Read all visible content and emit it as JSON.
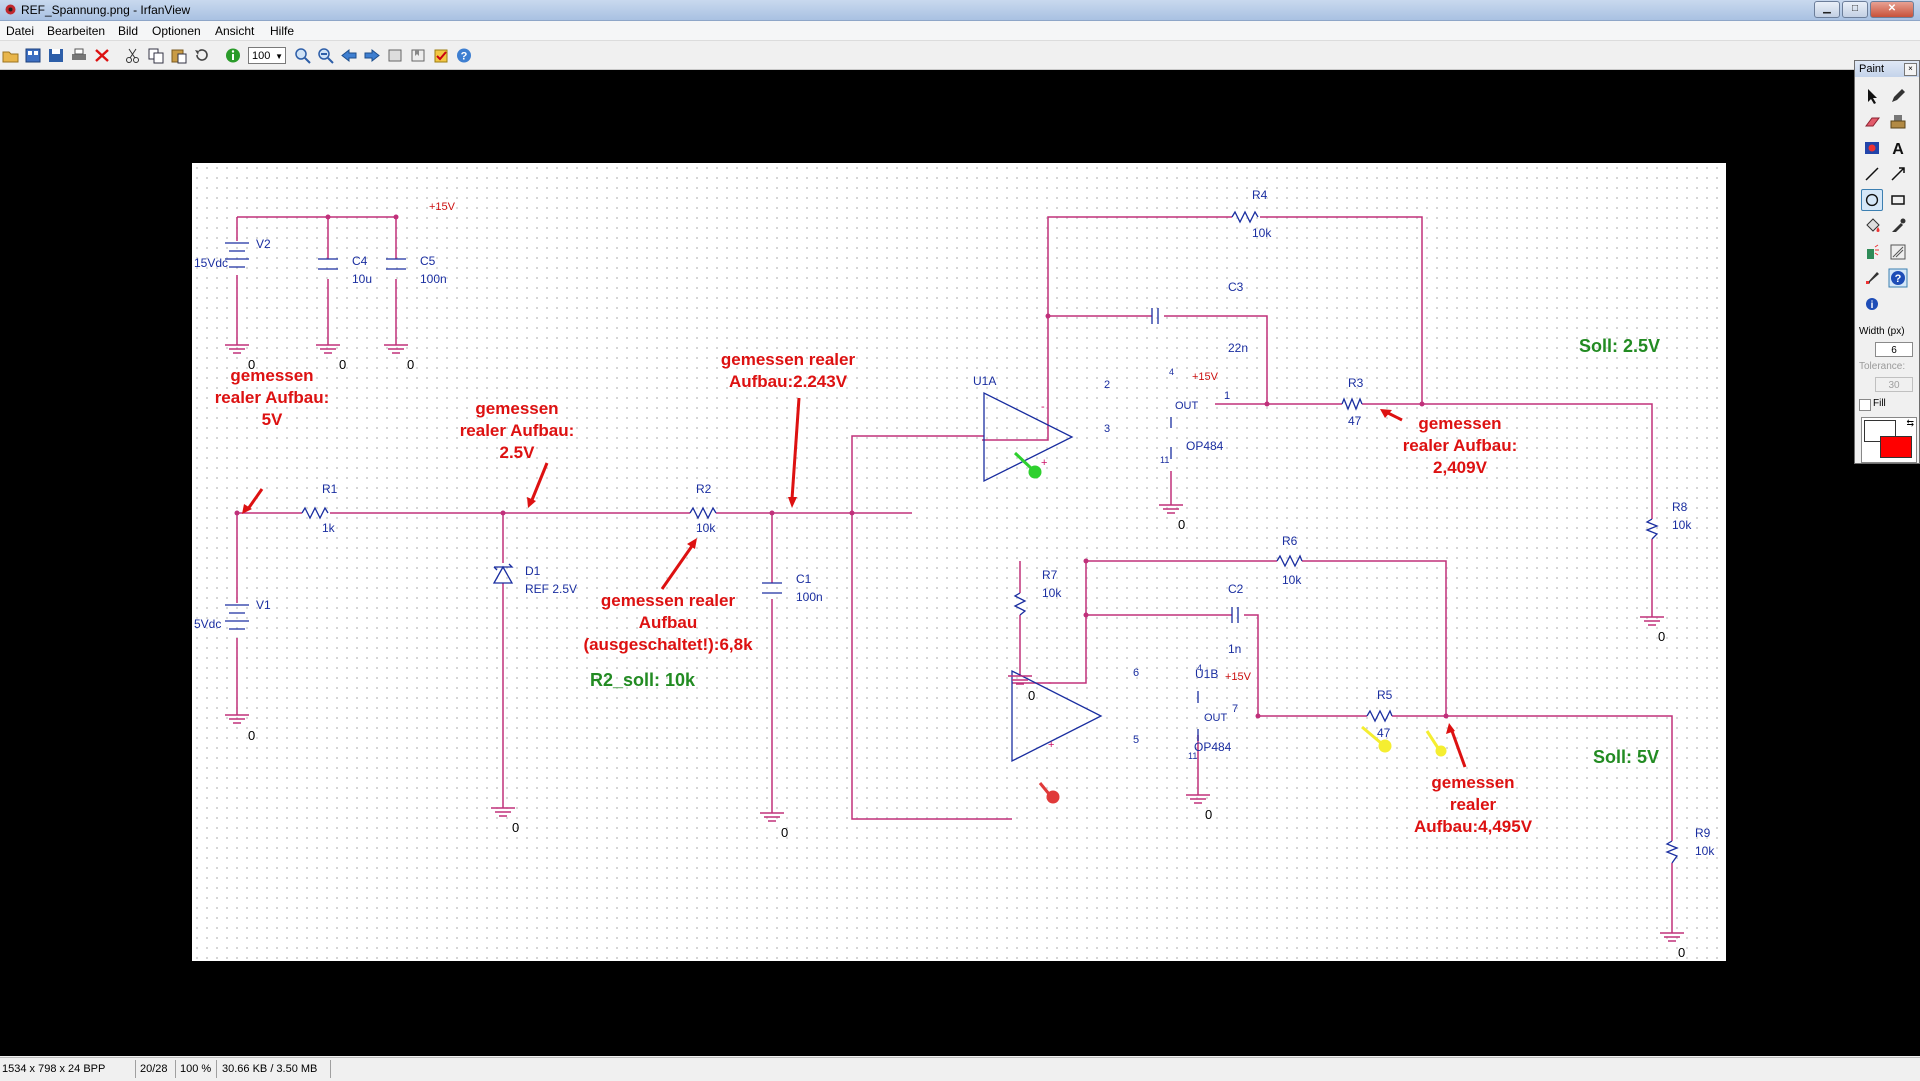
{
  "window": {
    "title": "REF_Spannung.png - IrfanView",
    "buttons": {
      "minimize": "▁",
      "maximize": "□",
      "close": "✕"
    }
  },
  "menu": [
    "Datei",
    "Bearbeiten",
    "Bild",
    "Optionen",
    "Ansicht",
    "Hilfe"
  ],
  "toolbar": {
    "zoom_value": "100",
    "icons": [
      "open-icon",
      "thumbnails-icon",
      "save-icon",
      "print-icon",
      "delete-icon",
      "cut-icon",
      "copy-icon",
      "paste-icon",
      "undo-icon",
      "info-icon",
      "zoom-in-icon",
      "zoom-out-icon",
      "previous-icon",
      "next-icon",
      "slideshow-icon",
      "bookmark-icon",
      "settings-icon",
      "help-icon"
    ]
  },
  "status": {
    "dimensions": "1534 x 798 x 24 BPP",
    "index": "20/28",
    "zoom": "100 %",
    "size": "30.66 KB / 3.50 MB"
  },
  "paint": {
    "title": "Paint",
    "close": "×",
    "tools": [
      "selection-icon",
      "pen-icon",
      "eraser-icon",
      "clone-stamp-icon",
      "red-eye-icon",
      "text-icon",
      "line-icon",
      "arrow-icon",
      "circle-icon",
      "rectangle-icon",
      "fill-icon",
      "color-picker-icon",
      "spray-icon",
      "emboss-icon",
      "brush-icon",
      "help-icon",
      "info-icon"
    ],
    "width_label": "Width (px)",
    "width_value": "6",
    "tolerance_label": "Tolerance:",
    "tolerance_value": "30",
    "fill_label": "Fill",
    "fg_color": "#ffffff",
    "bg_color": "#ff0000"
  },
  "schematic": {
    "wire_color": "#c0307a",
    "part_color": "#1a2ea0",
    "annot_red": "#dd1111",
    "annot_green": "#228b22",
    "parts": {
      "v2": {
        "name": "V2",
        "value": "15Vdc"
      },
      "v1": {
        "name": "V1",
        "value": "5Vdc"
      },
      "c4": {
        "name": "C4",
        "value": "10u"
      },
      "c5": {
        "name": "C5",
        "value": "100n"
      },
      "r1": {
        "name": "R1",
        "value": "1k"
      },
      "r2": {
        "name": "R2",
        "value": "10k"
      },
      "r3": {
        "name": "R3",
        "value": "47"
      },
      "r4": {
        "name": "R4",
        "value": "10k"
      },
      "r5": {
        "name": "R5",
        "value": "47"
      },
      "r6": {
        "name": "R6",
        "value": "10k"
      },
      "r7": {
        "name": "R7",
        "value": "10k"
      },
      "r8": {
        "name": "R8",
        "value": "10k"
      },
      "r9": {
        "name": "R9",
        "value": "10k"
      },
      "c1": {
        "name": "C1",
        "value": "100n"
      },
      "c2": {
        "name": "C2",
        "value": "1n"
      },
      "c3": {
        "name": "C3",
        "value": "22n"
      },
      "d1": {
        "name": "D1",
        "value": "REF 2.5V"
      },
      "u1a": {
        "name": "U1A",
        "model": "OP484",
        "pin_minus": "2",
        "pin_plus": "3",
        "pin_out": "1",
        "vplus": "+15V",
        "vpin": "4",
        "gpin": "11"
      },
      "u1b": {
        "name": "U1B",
        "model": "OP484",
        "pin_minus": "6",
        "pin_plus": "5",
        "pin_out": "7",
        "vplus": "+15V",
        "vpin": "4",
        "gpin": "11"
      }
    },
    "rail": "+15V",
    "ground": "0",
    "out_label": "OUT",
    "minus": "-",
    "plus": "+",
    "annotations": {
      "a1": [
        "gemessen",
        "realer Aufbau:",
        "5V"
      ],
      "a2": [
        "gemessen",
        "realer Aufbau:",
        "2.5V"
      ],
      "a3": [
        "gemessen realer",
        "Aufbau:2.243V"
      ],
      "a4": [
        "gemessen realer",
        "Aufbau",
        "(ausgeschaltet!):6,8k"
      ],
      "a5": [
        "gemessen",
        "realer Aufbau:",
        "2,409V"
      ],
      "a6": [
        "gemessen",
        "realer",
        "Aufbau:4,495V"
      ],
      "r2_soll": "R2_soll: 10k",
      "soll1": "Soll: 2.5V",
      "soll2": "Soll: 5V"
    }
  }
}
